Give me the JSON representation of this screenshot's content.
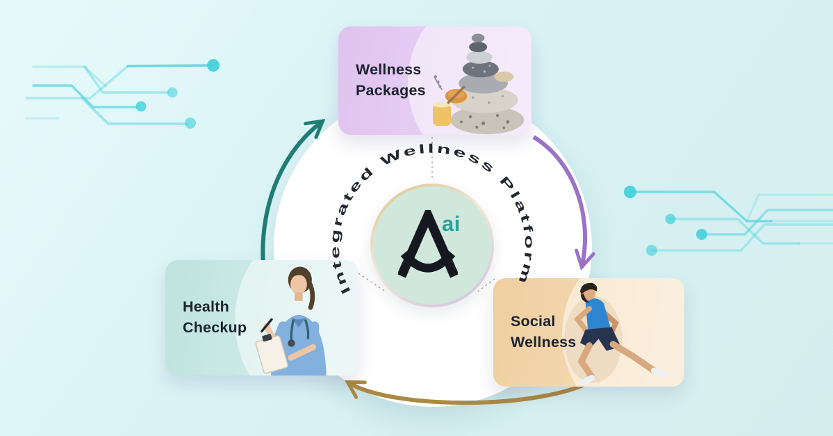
{
  "center": {
    "curved_title": "Integrated Wellness Platform",
    "logo_letter": "A",
    "logo_suffix": "ai"
  },
  "cards": {
    "wellness_packages": {
      "line1": "Wellness",
      "line2": "Packages",
      "image_alt": "stacked zen stones with honey jar"
    },
    "health_checkup": {
      "line1": "Health",
      "line2": "Checkup",
      "image_alt": "nurse with stethoscope writing on clipboard"
    },
    "social_wellness": {
      "line1": "Social",
      "line2": "Wellness",
      "image_alt": "man running in blue shirt"
    }
  },
  "flow": {
    "arrow_up_color": "#1f7d74",
    "arrow_down_color": "#9a73c6",
    "arrow_back_color": "#aa8941"
  },
  "colors": {
    "background": "#d8f2f5",
    "hub_circle": "#ffffff",
    "card_wellness": "#e2c6f0",
    "card_health": "#c3e6e2",
    "card_social": "#f2d3a8",
    "center_circle": "#cfe8db",
    "logo_suffix_text": "#2aa19a",
    "label_text": "#1c2130",
    "curved_title_text": "#23272f",
    "circuit_lines": "#54d4dd"
  }
}
